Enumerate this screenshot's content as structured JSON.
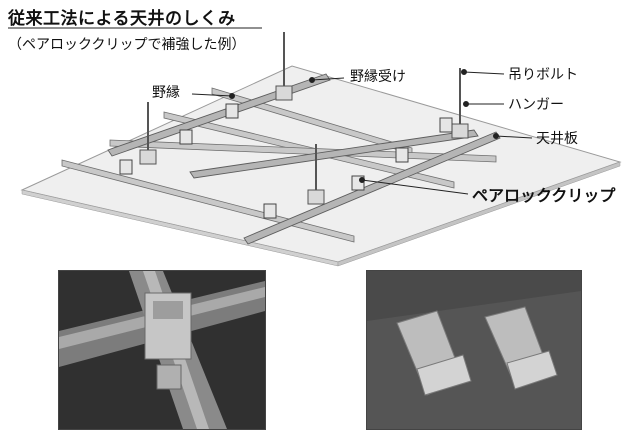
{
  "title": "従来工法による天井のしくみ",
  "subtitle": "（ペアロッククリップで補強した例）",
  "labels": {
    "nobuchi": "野縁",
    "nobuchi_uke": "野縁受け",
    "tsuri_bolt": "吊りボルト",
    "hanger": "ハンガー",
    "tenjo_ita": "天井板",
    "pair_lock_clip": "ペアロッククリップ"
  },
  "colors": {
    "board": "#efefef",
    "board_edge": "#9a9a9a",
    "channel": "#bdbdbd",
    "channel_dark": "#7a7a7a",
    "text": "#111111"
  }
}
